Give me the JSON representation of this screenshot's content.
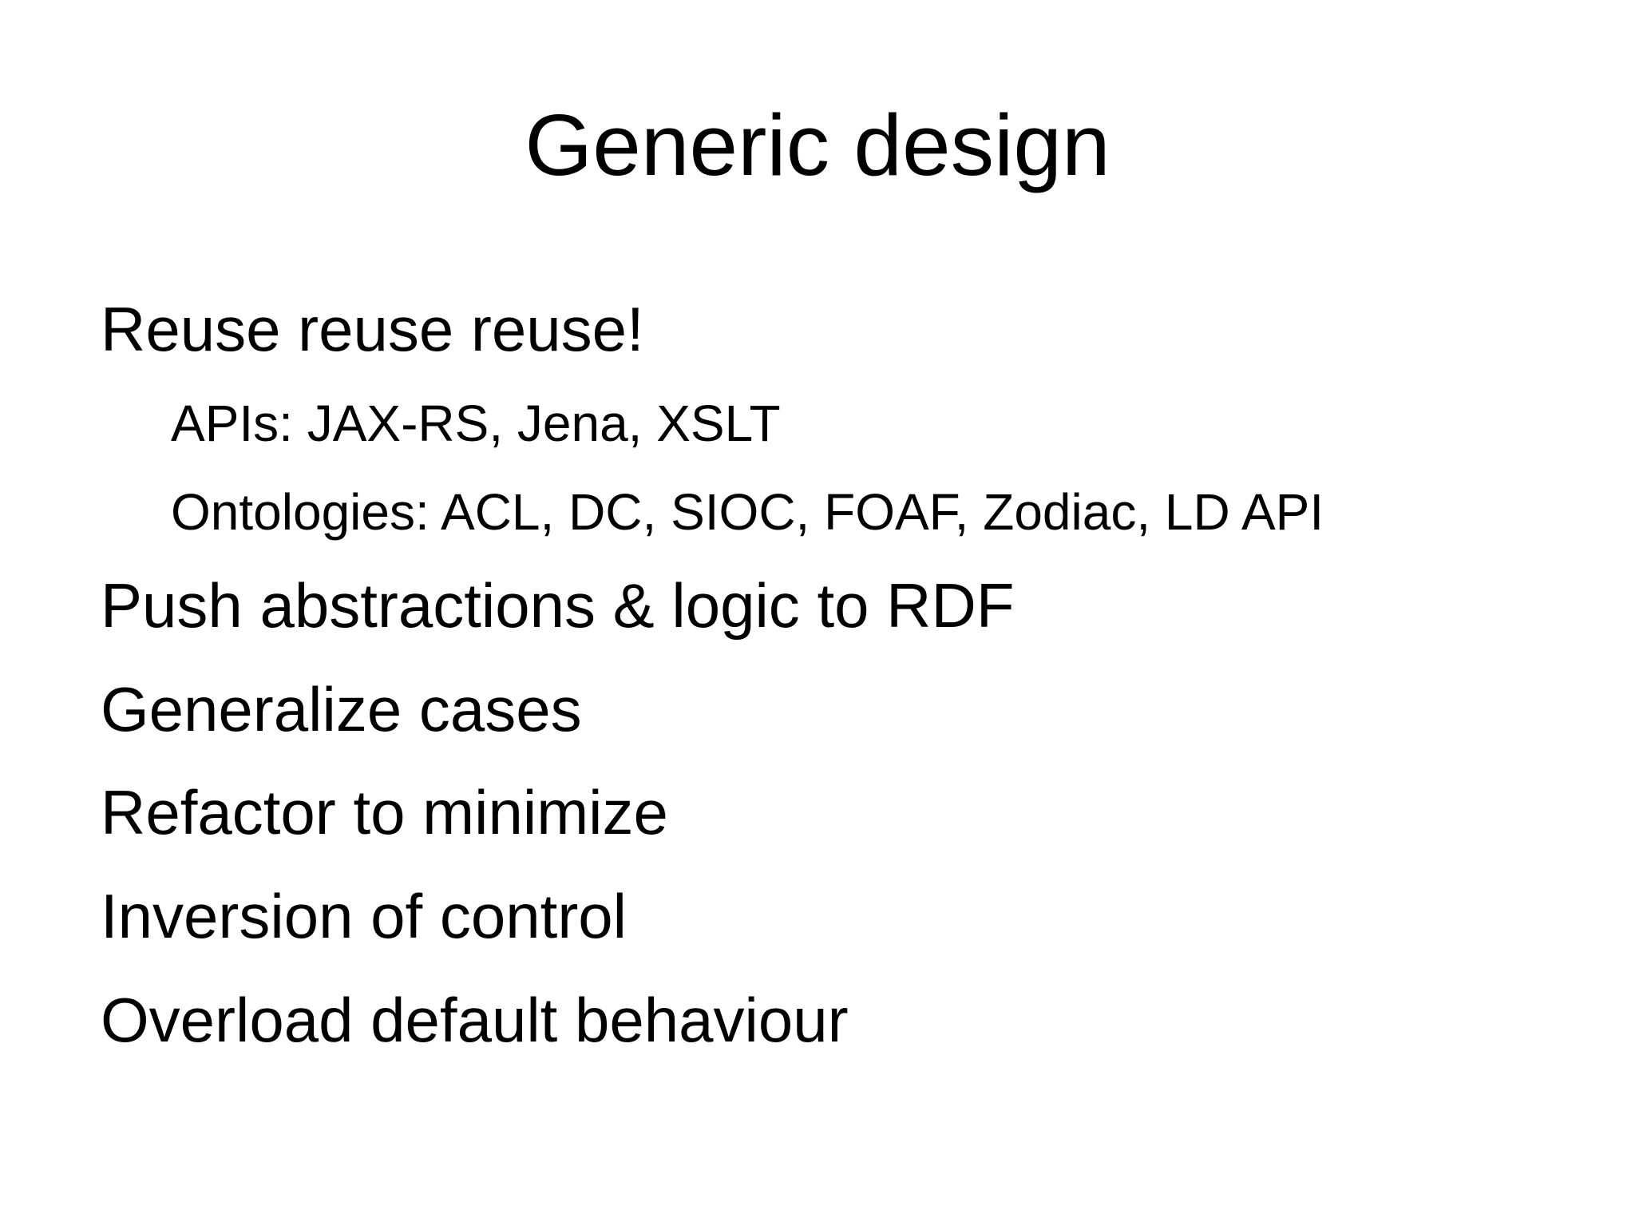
{
  "slide": {
    "title": "Generic design",
    "items": [
      {
        "text": "Reuse reuse reuse!",
        "level": 1
      },
      {
        "text": "APIs: JAX-RS, Jena, XSLT",
        "level": 2
      },
      {
        "text": "Ontologies: ACL, DC, SIOC, FOAF, Zodiac, LD API",
        "level": 2
      },
      {
        "text": "Push abstractions & logic to RDF",
        "level": 1
      },
      {
        "text": "Generalize cases",
        "level": 1
      },
      {
        "text": "Refactor to minimize",
        "level": 1
      },
      {
        "text": "Inversion of control",
        "level": 1
      },
      {
        "text": "Overload default behaviour",
        "level": 1
      }
    ]
  }
}
